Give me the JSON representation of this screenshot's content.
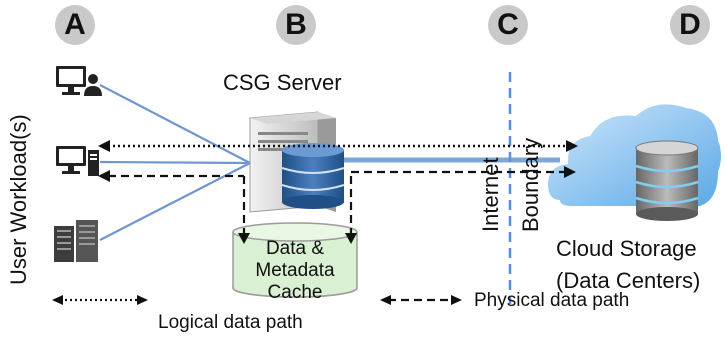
{
  "columns": [
    {
      "letter": "A"
    },
    {
      "letter": "B"
    },
    {
      "letter": "C"
    },
    {
      "letter": "D"
    }
  ],
  "labels": {
    "user_workloads": "User Workload(s)",
    "csg_server": "CSG Server",
    "cache_line1": "Data &",
    "cache_line2": "Metadata",
    "cache_line3": "Cache",
    "internet": "Internet",
    "boundary": "Boundary",
    "cloud_line1": "Cloud Storage",
    "cloud_line2": "(Data Centers)"
  },
  "legend": {
    "logical": "Logical data path",
    "physical": "Physical data path"
  },
  "colors": {
    "badge_bg": "#c9c9c9",
    "link_blue": "#6f96cf",
    "boundary_blue": "#5b8fd6",
    "cache_fill": "#d9f0d2",
    "cloud_blue": "#7fbbe8",
    "db_blue": "#2f5f96"
  },
  "icons": [
    "desktop-user-icon",
    "desktop-tower-icon",
    "server-rack-icon",
    "server-icon",
    "database-icon",
    "cloud-icon"
  ]
}
